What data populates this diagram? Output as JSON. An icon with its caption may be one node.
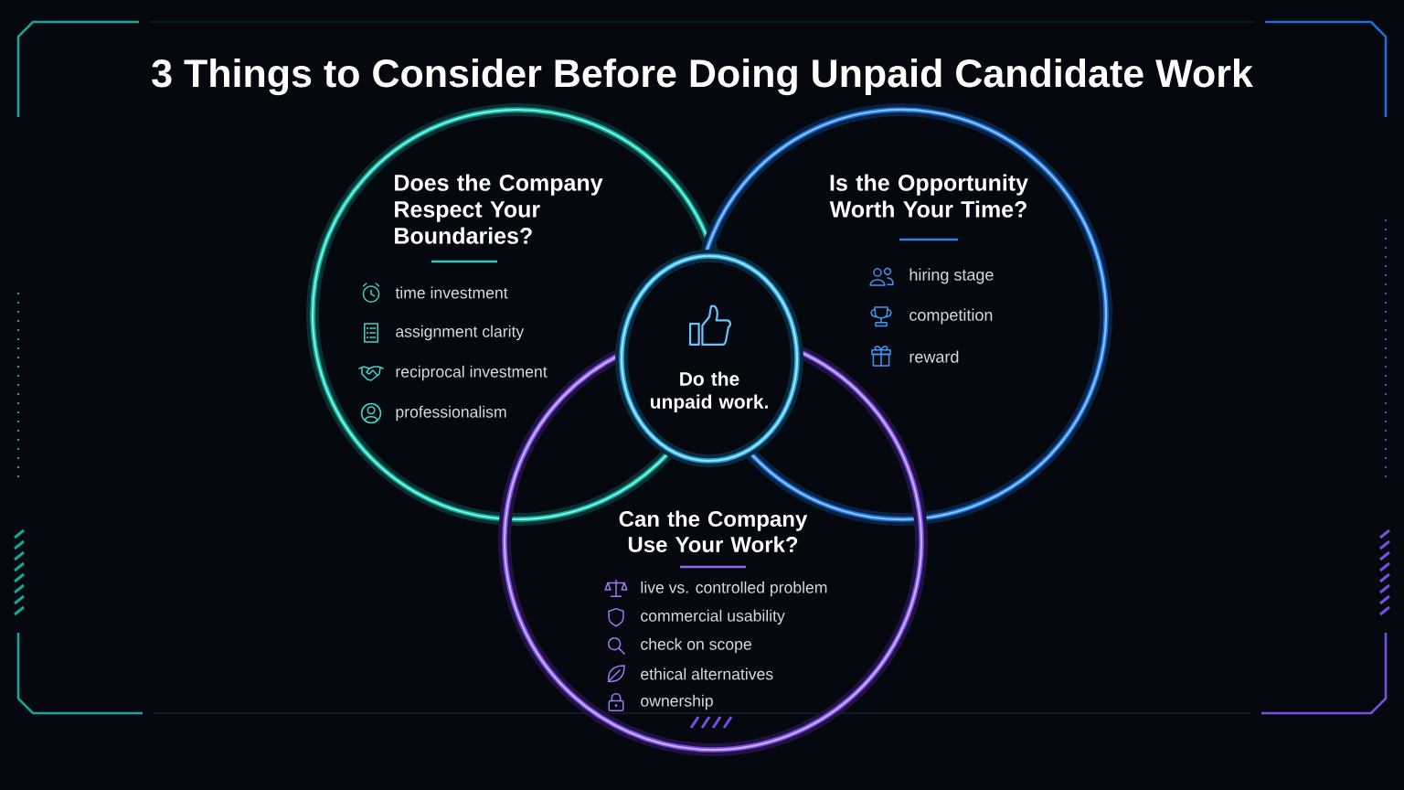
{
  "diagram": {
    "title": "3 Things to Consider Before Doing Unpaid Candidate Work",
    "nodes": [
      {
        "text": [
          "Does the Company Respect Your Boundaries?",
          "time investment",
          "assignment clarity",
          "reciprocal investment",
          "professionalism"
        ]
      },
      {
        "text": [
          "Is the Opportunity Worth Your Time?",
          "hiring stage",
          "competition",
          "reward"
        ]
      },
      {
        "text": [
          "Can the Company Use Your Work?",
          "live vs. controlled problem",
          "commercial usability",
          "check on scope",
          "ethical alternatives",
          "ownership"
        ]
      },
      {
        "text": [
          "Do the unpaid work."
        ]
      }
    ]
  }
}
